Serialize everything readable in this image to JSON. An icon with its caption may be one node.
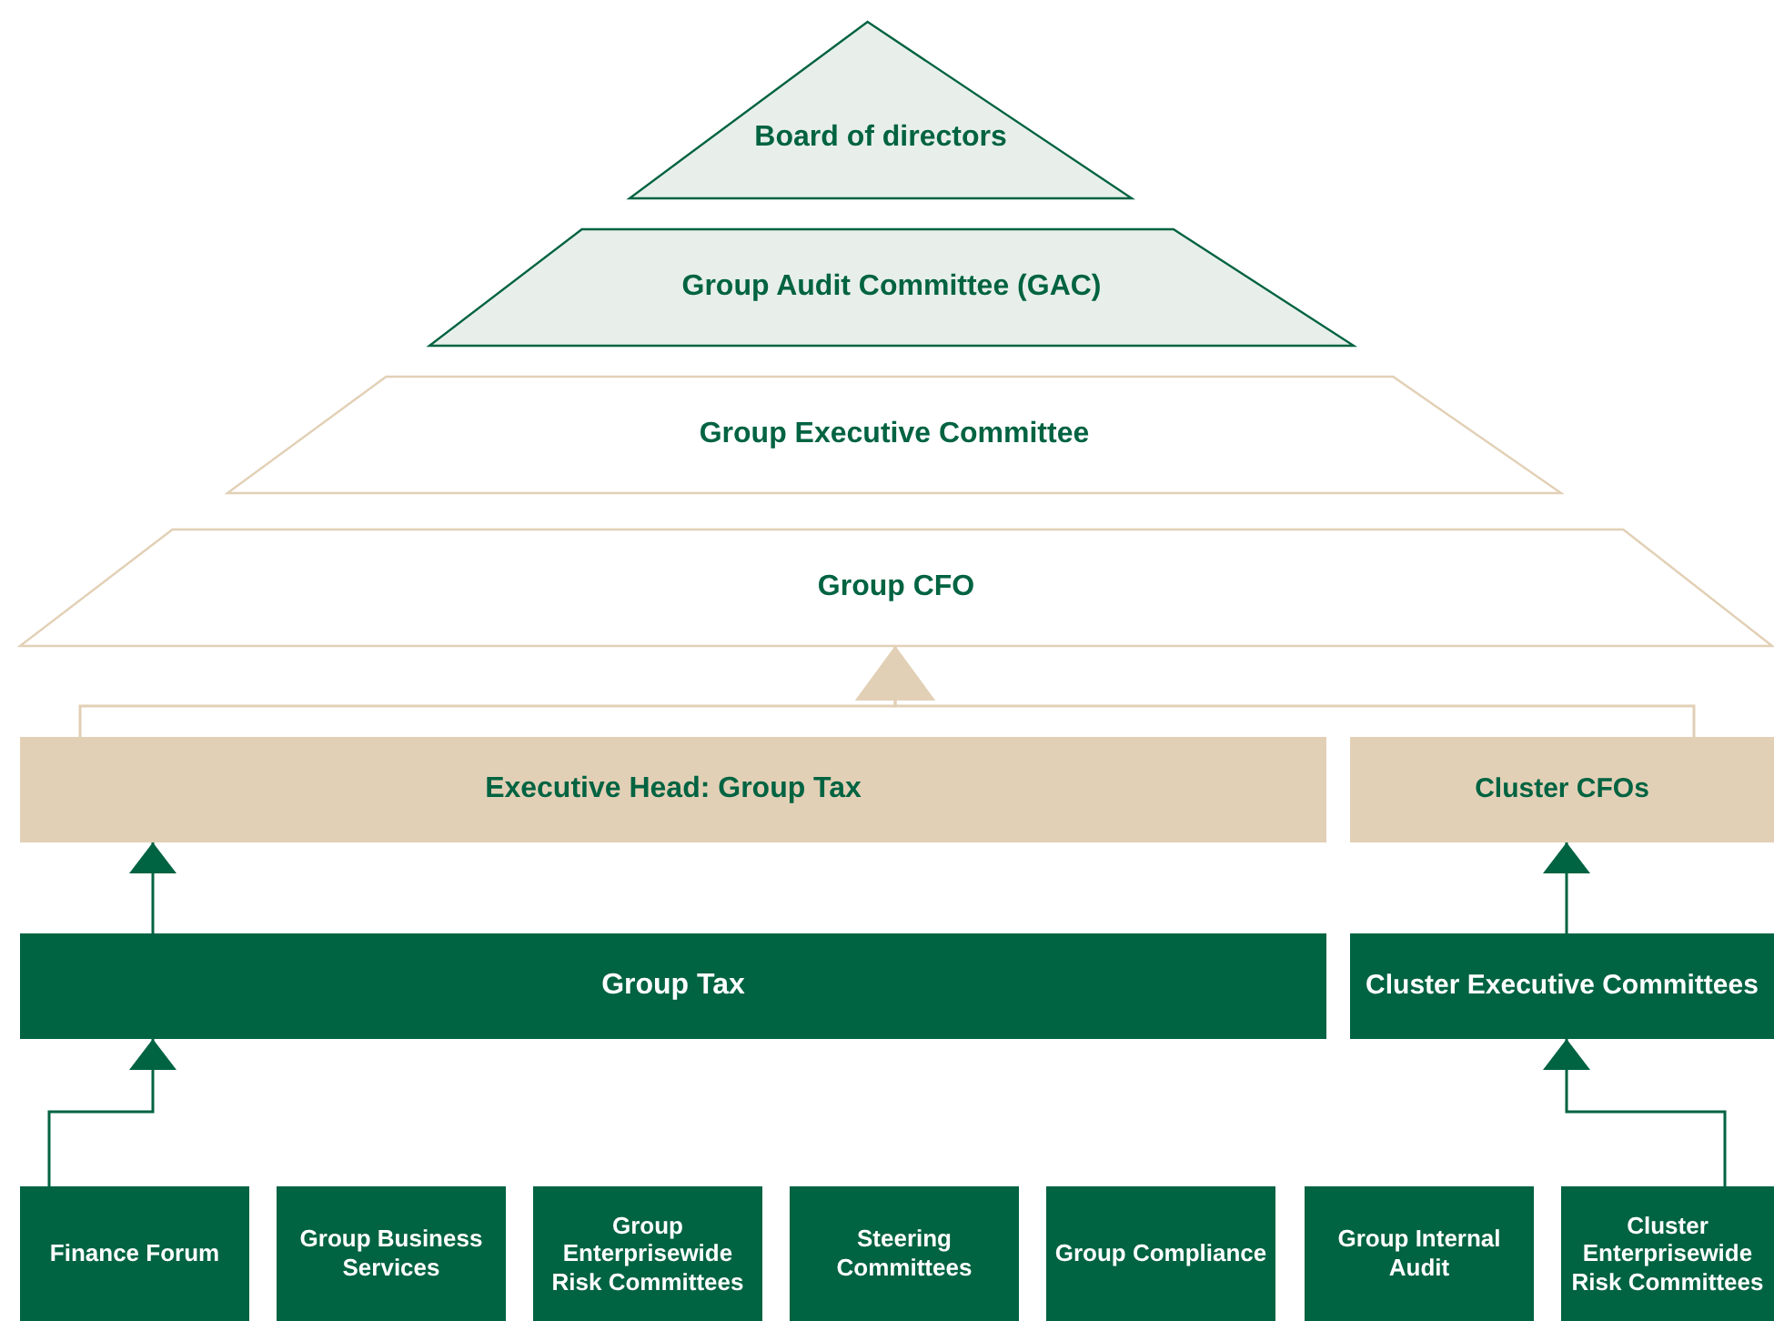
{
  "diagram": {
    "nodes": [
      {
        "text": [
          "Board of directors"
        ]
      },
      {
        "text": [
          "Group Audit Committee (GAC)"
        ]
      },
      {
        "text": [
          "Group Executive Committee"
        ]
      },
      {
        "text": [
          "Group CFO"
        ]
      },
      {
        "text": [
          "Executive Head: Group Tax"
        ]
      },
      {
        "text": [
          "Cluster CFOs"
        ]
      },
      {
        "text": [
          "Group Tax"
        ]
      },
      {
        "text": [
          "Cluster Executive Committees"
        ]
      },
      {
        "text": [
          "Finance Forum"
        ]
      },
      {
        "text": [
          "Group Business Services"
        ]
      },
      {
        "text": [
          "Group Enterprisewide Risk Committees"
        ]
      },
      {
        "text": [
          "Steering Committees"
        ]
      },
      {
        "text": [
          "Group Compliance"
        ]
      },
      {
        "text": [
          "Group Internal Audit"
        ]
      },
      {
        "text": [
          "Cluster Enterprisewide Risk Committees"
        ]
      }
    ],
    "edges": [
      {
        "from": 4,
        "to": 3,
        "arrow": "to",
        "color": "#e2d0b6"
      },
      {
        "from": 5,
        "to": 3,
        "arrow": "to",
        "color": "#e2d0b6"
      },
      {
        "from": 6,
        "to": 4,
        "arrow": "to"
      },
      {
        "from": 7,
        "to": 5,
        "arrow": "to"
      },
      {
        "from": 8,
        "to": 6,
        "arrow": "to"
      },
      {
        "from": 14,
        "to": 7,
        "arrow": "to"
      }
    ]
  }
}
